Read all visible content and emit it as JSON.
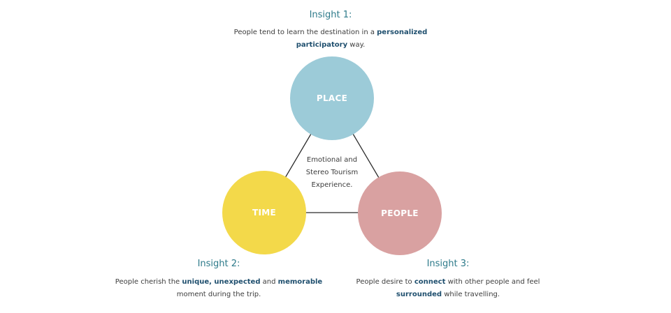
{
  "insight1": {
    "title": "Insight 1:",
    "line1_a": "People tend to learn the destination in a ",
    "line1_hl": "personalized",
    "line2_hl": "participatory",
    "line2_b": " way."
  },
  "insight2": {
    "title": "Insight 2:",
    "line1_a": "People cherish the ",
    "hl1": "unique",
    "sep1": ", ",
    "hl2": "unexpected",
    "sep2": " and ",
    "hl3": "memorable",
    "line2": "moment during the trip."
  },
  "insight3": {
    "title": "Insight 3:",
    "line1_a": "People desire to ",
    "hl1": "connect",
    "line1_b": " with other people and feel",
    "hl2": "surrounded",
    "line2_b": " while travelling."
  },
  "center": {
    "line1": "Emotional and",
    "line2": "Stereo Tourism",
    "line3": "Experience."
  },
  "circles": {
    "place": {
      "label": "PLACE",
      "color": "#9ccbd8"
    },
    "time": {
      "label": "TIME",
      "color": "#f3d94a"
    },
    "people": {
      "label": "PEOPLE",
      "color": "#d9a1a1"
    }
  }
}
